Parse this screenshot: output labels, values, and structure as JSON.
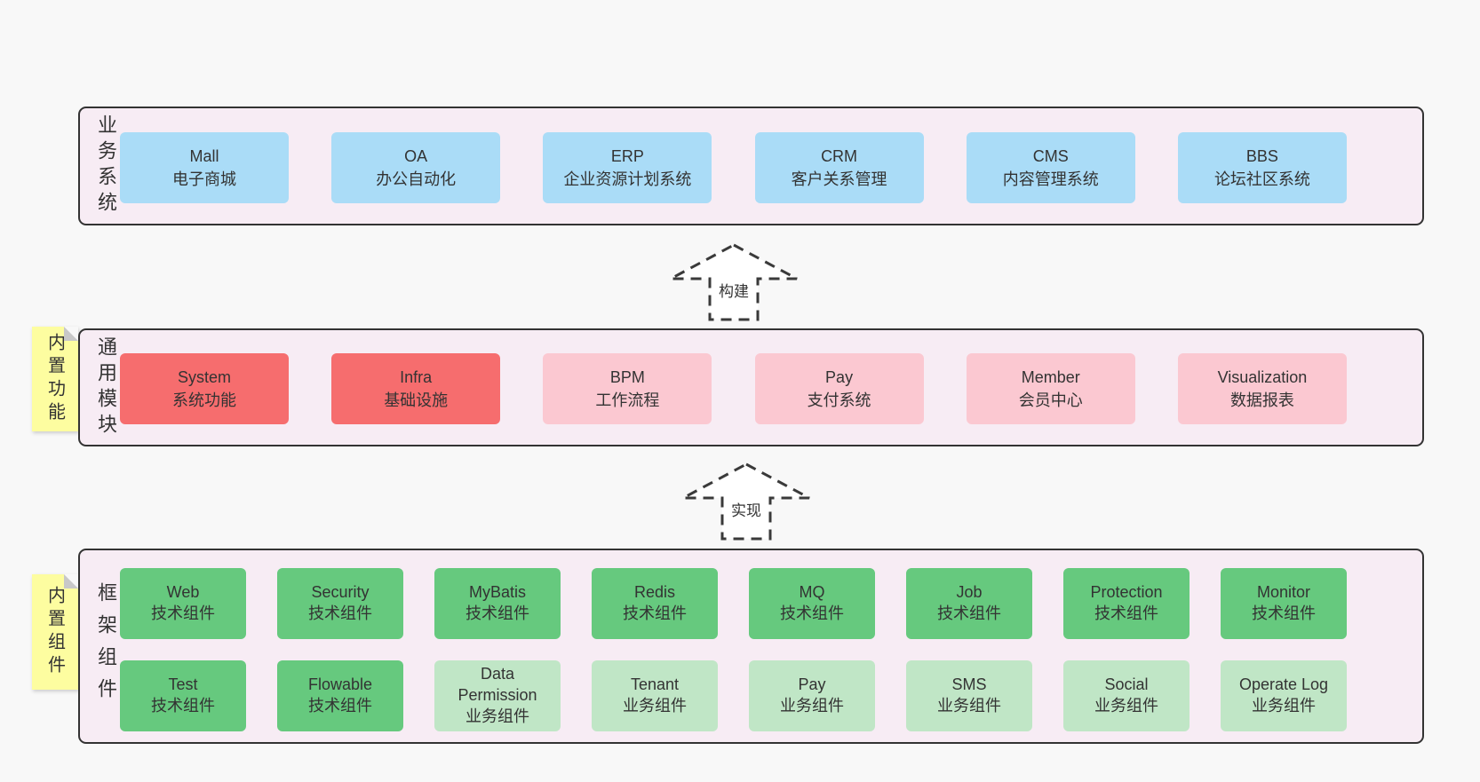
{
  "colors": {
    "page_bg": "#f8f8f8",
    "panel_bg": "#f7ecf4",
    "panel_border": "#333333",
    "blue": "#aadcf7",
    "red": "#f66d6e",
    "pink": "#fbc8d1",
    "green": "#66c97e",
    "green_light": "#c0e6c6",
    "sticky": "#fdfda0",
    "sticky_fold": "#c8c8c8",
    "text": "#333333",
    "arrow": "#3a3a3a"
  },
  "arrows": {
    "build": "构建",
    "implement": "实现"
  },
  "layers": {
    "business": {
      "label": "业务系统",
      "boxes": [
        {
          "title": "Mall",
          "subtitle": "电子商城"
        },
        {
          "title": "OA",
          "subtitle": "办公自动化"
        },
        {
          "title": "ERP",
          "subtitle": "企业资源计划系统"
        },
        {
          "title": "CRM",
          "subtitle": "客户关系管理"
        },
        {
          "title": "CMS",
          "subtitle": "内容管理系统"
        },
        {
          "title": "BBS",
          "subtitle": "论坛社区系统"
        }
      ]
    },
    "modules": {
      "label": "通用模块",
      "sticky_note": "内置功能",
      "boxes": [
        {
          "title": "System",
          "subtitle": "系统功能",
          "variant": "red"
        },
        {
          "title": "Infra",
          "subtitle": "基础设施",
          "variant": "red"
        },
        {
          "title": "BPM",
          "subtitle": "工作流程",
          "variant": "pink"
        },
        {
          "title": "Pay",
          "subtitle": "支付系统",
          "variant": "pink"
        },
        {
          "title": "Member",
          "subtitle": "会员中心",
          "variant": "pink"
        },
        {
          "title": "Visualization",
          "subtitle": "数据报表",
          "variant": "pink"
        }
      ]
    },
    "framework": {
      "label": "框架组件",
      "sticky_note": "内置组件",
      "row1": [
        {
          "title": "Web",
          "subtitle": "技术组件",
          "variant": "green"
        },
        {
          "title": "Security",
          "subtitle": "技术组件",
          "variant": "green"
        },
        {
          "title": "MyBatis",
          "subtitle": "技术组件",
          "variant": "green"
        },
        {
          "title": "Redis",
          "subtitle": "技术组件",
          "variant": "green"
        },
        {
          "title": "MQ",
          "subtitle": "技术组件",
          "variant": "green"
        },
        {
          "title": "Job",
          "subtitle": "技术组件",
          "variant": "green"
        },
        {
          "title": "Protection",
          "subtitle": "技术组件",
          "variant": "green"
        },
        {
          "title": "Monitor",
          "subtitle": "技术组件",
          "variant": "green"
        }
      ],
      "row2": [
        {
          "title": "Test",
          "subtitle": "技术组件",
          "variant": "green"
        },
        {
          "title": "Flowable",
          "subtitle": "技术组件",
          "variant": "green"
        },
        {
          "title": "Data Permission",
          "subtitle": "业务组件",
          "variant": "green-light"
        },
        {
          "title": "Tenant",
          "subtitle": "业务组件",
          "variant": "green-light"
        },
        {
          "title": "Pay",
          "subtitle": "业务组件",
          "variant": "green-light"
        },
        {
          "title": "SMS",
          "subtitle": "业务组件",
          "variant": "green-light"
        },
        {
          "title": "Social",
          "subtitle": "业务组件",
          "variant": "green-light"
        },
        {
          "title": "Operate Log",
          "subtitle": "业务组件",
          "variant": "green-light"
        }
      ]
    }
  }
}
